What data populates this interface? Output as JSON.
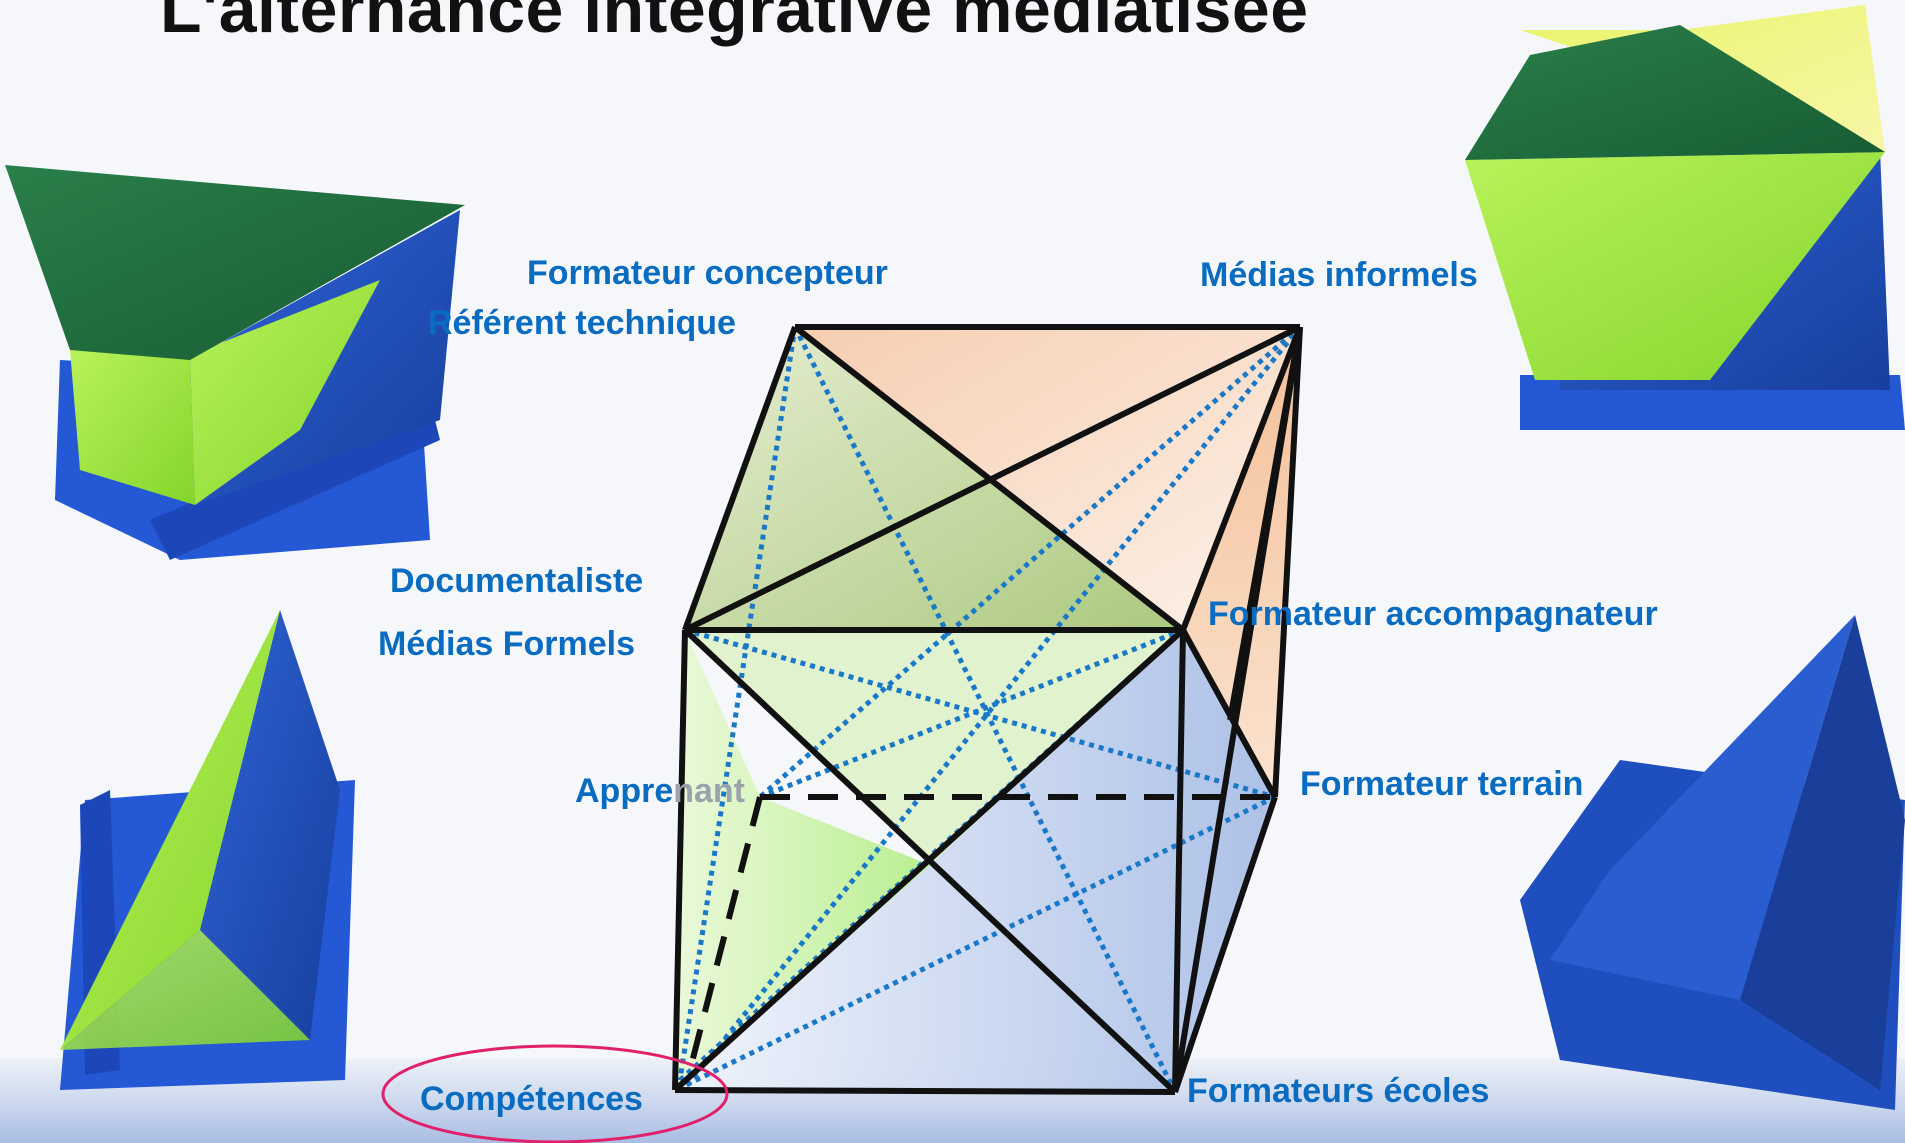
{
  "title": "L'alternance intégrative médiatisée",
  "labels": {
    "formateur_concepteur": "Formateur concepteur",
    "referent_technique": "Référent technique",
    "medias_informels": "Médias informels",
    "documentaliste": "Documentaliste",
    "medias_formels": "Médias Formels",
    "formateur_accompagnateur": "Formateur accompagnateur",
    "apprenant_visible": "Appre",
    "apprenant_hidden": "nant",
    "formateur_terrain": "Formateur terrain",
    "competences": "Compétences",
    "formateurs_ecoles": "Formateurs écoles"
  },
  "colors": {
    "label_blue": "#0a6cc0",
    "dotted_blue": "#1a78c8",
    "highlight_ellipse": "#e0206a",
    "photo_dark_green": "#1f6b3e",
    "photo_lime": "#9ee63a",
    "photo_blue": "#1f4fbf"
  },
  "icons": {
    "photo_top_left": "triangular-prism-photo",
    "photo_top_right": "cube-section-photo",
    "photo_bottom_left": "green-pyramid-photo",
    "photo_bottom_right": "blue-pyramid-photo"
  }
}
